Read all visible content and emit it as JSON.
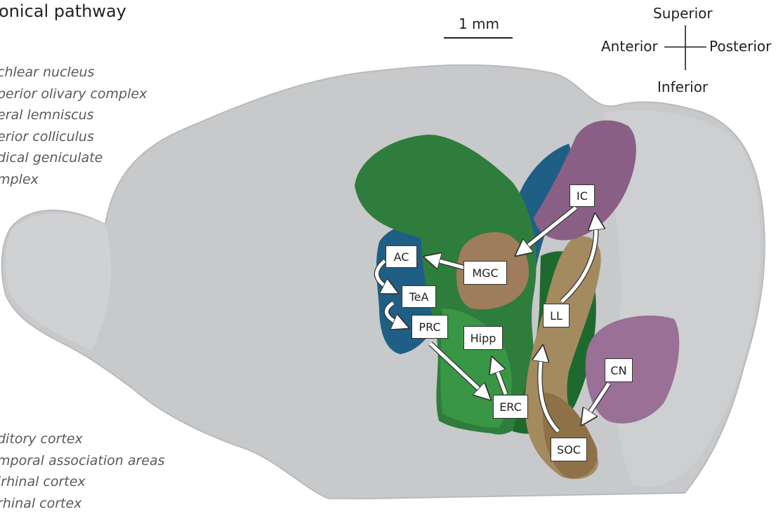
{
  "title": "onical pathway",
  "legend_top": [
    "chlear nucleus",
    "perior olivary complex",
    "eral lemniscus",
    "erior colliculus",
    "dical geniculate",
    "mplex"
  ],
  "legend_bottom": [
    "ditory cortex",
    "mporal association areas",
    "irhinal cortex",
    "rhinal cortex"
  ],
  "scale_bar": "1 mm",
  "compass": {
    "superior": "Superior",
    "inferior": "Inferior",
    "anterior": "Anterior",
    "posterior": "Posterior"
  },
  "regions": {
    "AC": "AC",
    "TeA": "TeA",
    "PRC": "PRC",
    "MGC": "MGC",
    "Hipp": "Hipp",
    "ERC": "ERC",
    "IC": "IC",
    "LL": "LL",
    "CN": "CN",
    "SOC": "SOC"
  },
  "colors": {
    "brain": "#c8c9cb",
    "auditory_cortex_blue": "#1f5f86",
    "hippocampal_green": "#2f7d3c",
    "mgc_brown": "#9e7c5c",
    "ic_purple": "#8a5f86",
    "cn_purple": "#9a7096"
  }
}
